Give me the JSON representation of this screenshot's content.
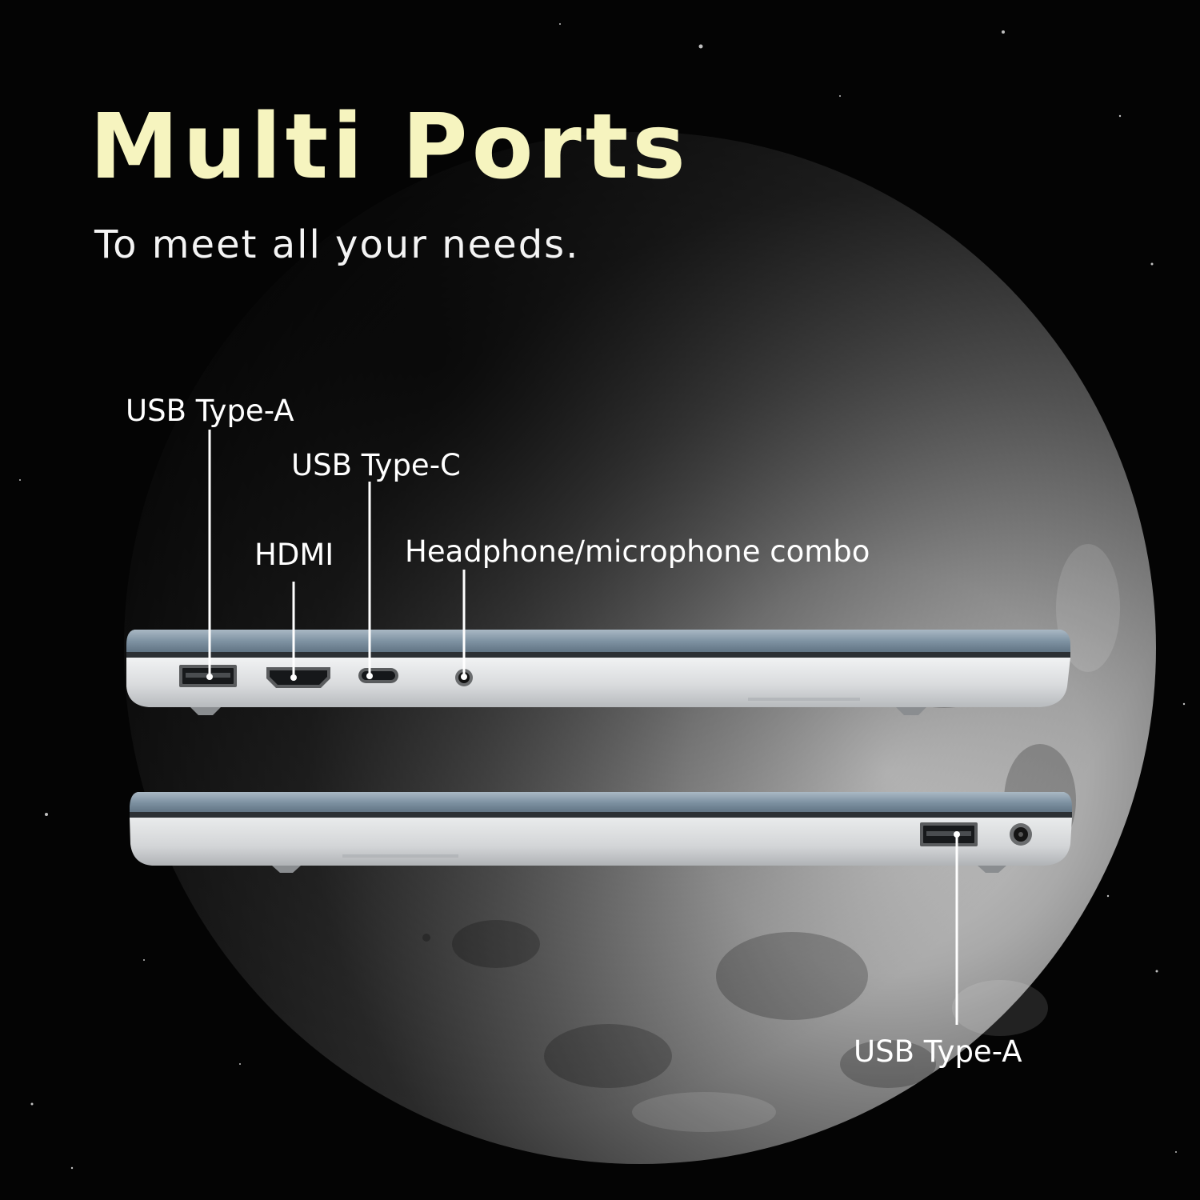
{
  "header": {
    "title": "Multi Ports",
    "subtitle": "To meet all your needs."
  },
  "port_labels": {
    "left_side": {
      "usb_type_a": "USB Type-A",
      "usb_type_c": "USB Type-C",
      "hdmi": "HDMI",
      "headphone_combo": "Headphone/microphone combo"
    },
    "right_side": {
      "usb_type_a": "USB Type-A"
    }
  },
  "colors": {
    "title": "#f6f4bf",
    "subtitle": "#f4f4f4",
    "label": "#ffffff",
    "leader_line": "#ffffff",
    "background": "#040404",
    "moon_light": "#c9c9c9",
    "moon_dark": "#1c1c1c",
    "lid": "#7f93a3",
    "body": "#d9dbdc"
  }
}
